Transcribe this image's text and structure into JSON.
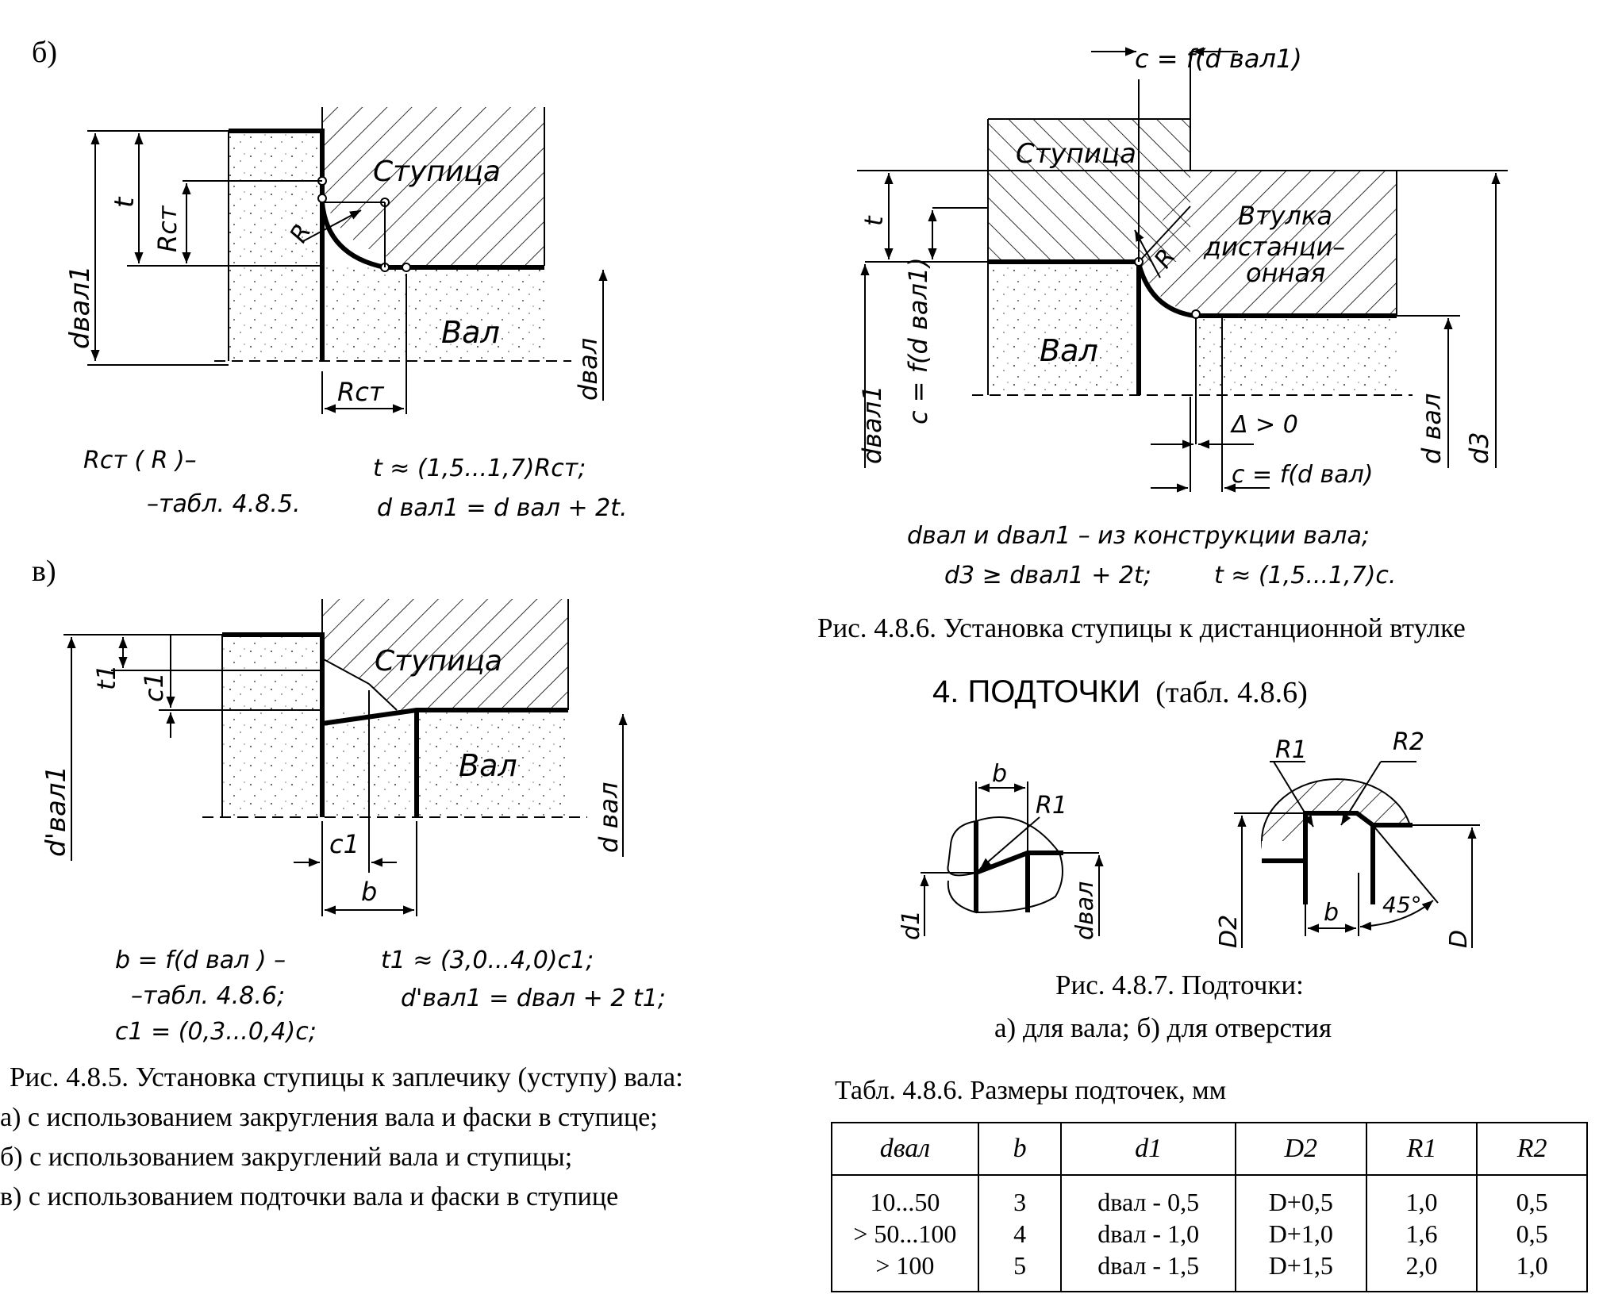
{
  "panels": {
    "b": {
      "label": "б)",
      "hub": "Ступица",
      "shaft": "Вал",
      "dims": {
        "t": "t",
        "rst": "Rст",
        "r": "R",
        "dval1": "dвал1",
        "dval": "dвал",
        "rst_bottom": "Rст"
      },
      "note_left_1": "Rст ( R )–",
      "note_left_2": "–табл.  4.8.5.",
      "note_right_1": "t ≈ (1,5...1,7)Rст;",
      "note_right_2": "d вал1 = d вал + 2t."
    },
    "v": {
      "label": "в)",
      "hub": "Ступица",
      "shaft": "Вал",
      "dims": {
        "t1": "t1",
        "c1": "c1",
        "dval1p": "d'вал1",
        "dval": "d вал",
        "c1_bottom": "c1",
        "b": "b"
      },
      "note_left_1": "b = f(d вал ) –",
      "note_left_2": "–табл.  4.8.6;",
      "note_left_3": "c1 = (0,3...0,4)c;",
      "note_right_1": "t1 ≈ (3,0...4,0)c1;",
      "note_right_2": "d'вал1 = dвал + 2 t1;"
    },
    "spacer": {
      "hub": "Ступица",
      "bushing_1": "Втулка",
      "bushing_2": "дистанци–",
      "bushing_3": "онная",
      "shaft": "Вал",
      "dims": {
        "c_top": "c = f(d вал1)",
        "t": "t",
        "r": "R",
        "c_left": "c = f(d вал1)",
        "dval1": "dвал1",
        "delta": "Δ > 0",
        "c_bottom": "c = f(d вал)",
        "dval": "d вал",
        "d3": "d3"
      },
      "note_1": "dвал и dвал1 – из конструкции вала;",
      "note_2": "d3 ≥ dвал1 + 2t;",
      "note_3": "t ≈ (1,5...1,7)c."
    },
    "undercut": {
      "b_left": "b",
      "r1_left": "R1",
      "d1": "d1",
      "dval": "dвал",
      "r1_right": "R1",
      "r2_right": "R2",
      "d2": "D2",
      "b_right": "b",
      "angle": "45°",
      "d": "D"
    }
  },
  "captions": {
    "fig485_title": "Рис. 4.8.5. Установка ступицы  к заплечику (уступу) вала:",
    "fig485_a": "а)  с использованием закругления вала и фаски в ступице;",
    "fig485_b": "б)  с использованием закруглений вала и ступицы;",
    "fig485_v": "в)  с использованием подточки вала и фаски в ступице",
    "fig486": "Рис. 4.8.6.  Установка ступицы к дистанционной втулке",
    "section_title": "4.  ПОДТОЧКИ",
    "section_ref": "(табл. 4.8.6)",
    "fig487_1": "Рис. 4.8.7.  Подточки:",
    "fig487_2": "а)  для вала;  б)  для отверстия",
    "table_caption": "Табл. 4.8.6.  Размеры подточек,  мм"
  },
  "table": {
    "headers": [
      "dвал",
      "b",
      "d1",
      "D2",
      "R1",
      "R2"
    ],
    "columns": [
      [
        "10...50",
        "> 50...100",
        "> 100"
      ],
      [
        "3",
        "4",
        "5"
      ],
      [
        "dвал - 0,5",
        "dвал - 1,0",
        "dвал - 1,5"
      ],
      [
        "D+0,5",
        "D+1,0",
        "D+1,5"
      ],
      [
        "1,0",
        "1,6",
        "2,0"
      ],
      [
        "0,5",
        "0,5",
        "1,0"
      ]
    ]
  }
}
